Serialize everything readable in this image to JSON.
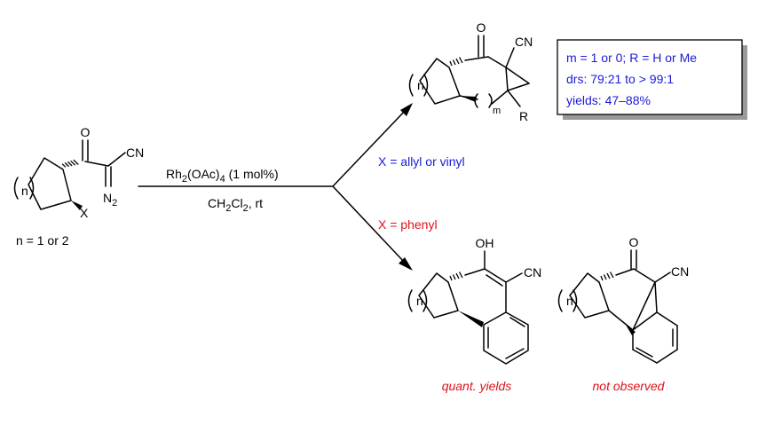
{
  "reactant": {
    "carbonyl_o": "O",
    "nitrile": "CN",
    "diazo_n": "N",
    "diazo_sub": "2",
    "ring_n": "n",
    "substituent_x": "X",
    "condition": "n = 1 or 2"
  },
  "reaction": {
    "catalyst_pre": "Rh",
    "catalyst_sub1": "2",
    "catalyst_post": "(OAc)",
    "catalyst_sub2": "4",
    "catalyst_loading": " (1 mol%)",
    "solvent_pre": "CH",
    "solvent_sub1": "2",
    "solvent_mid": "Cl",
    "solvent_sub2": "2",
    "solvent_post": ", rt"
  },
  "upper_path": {
    "condition": "X = allyl or vinyl",
    "product": {
      "carbonyl_o": "O",
      "nitrile": "CN",
      "ring_n": "n",
      "ring_m": "m",
      "substituent_r": "R"
    },
    "info_box": {
      "line1": "m = 1 or 0; R = H or Me",
      "line2": "drs: 79:21 to > 99:1",
      "line3": "yields: 47–88%"
    }
  },
  "lower_path": {
    "condition": "X = phenyl",
    "product_observed": {
      "hydroxyl": "OH",
      "nitrile": "CN",
      "ring_n": "n",
      "note": "quant. yields"
    },
    "product_not_observed": {
      "carbonyl_o": "O",
      "nitrile": "CN",
      "ring_n": "n",
      "note": "not observed"
    }
  },
  "colors": {
    "condition_upper": "#1a1ad6",
    "condition_lower": "#e0101a",
    "info_text": "#1a1ad6",
    "note_text": "#e0101a",
    "box_border": "#000000"
  }
}
